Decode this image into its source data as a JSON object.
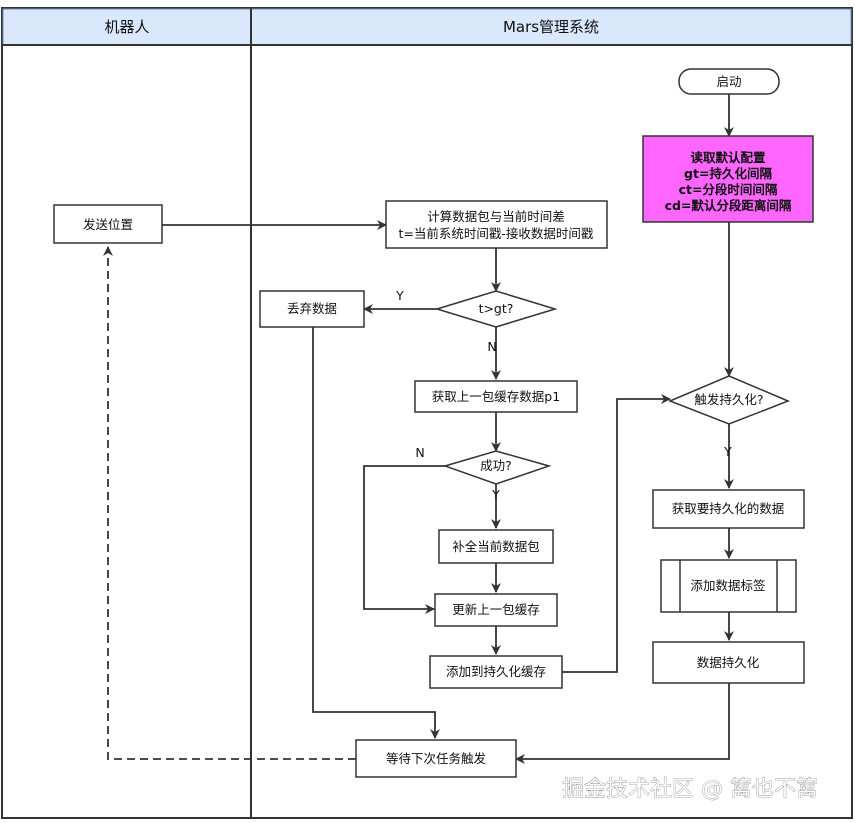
{
  "lanes": {
    "robot": "机器人",
    "mars": "Mars管理系统"
  },
  "nodes": {
    "start": "启动",
    "config": {
      "line1": "读取默认配置",
      "line2": "gt=持久化间隔",
      "line3": "ct=分段时间间隔",
      "line4": "cd=默认分段距离间隔"
    },
    "send_position": "发送位置",
    "compute": {
      "line1": "计算数据包与当前时间差",
      "line2": "t=当前系统时间戳-接收数据时间戳"
    },
    "decision_t": "t>gt?",
    "discard": "丢弃数据",
    "get_prev": "获取上一包缓存数据p1",
    "decision_success": "成功?",
    "complete": "补全当前数据包",
    "update_prev": "更新上一包缓存",
    "add_persist_cache": "添加到持久化缓存",
    "wait": "等待下次任务触发",
    "decision_persist": "触发持久化?",
    "get_persist": "获取要持久化的数据",
    "add_tag": "添加数据标签",
    "persist": "数据持久化"
  },
  "edge_labels": {
    "y_discard": "Y",
    "n_get_prev": "N",
    "n_success": "N",
    "y_success": "Y",
    "y_persist": "Y"
  },
  "watermark": "掘金技术社区 @ 篱也不篱",
  "colors": {
    "header_bg": "#dae8fc",
    "header_border": "#6c8ebf",
    "config_fill": "#ff66ff",
    "stroke": "#333333"
  }
}
